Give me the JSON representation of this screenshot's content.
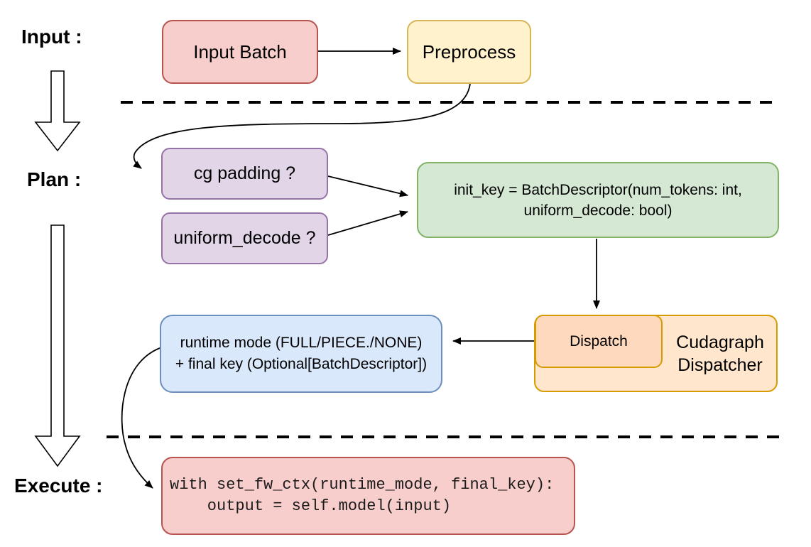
{
  "sections": {
    "input": {
      "label": "Input :"
    },
    "plan": {
      "label": "Plan :"
    },
    "execute": {
      "label": "Execute :"
    }
  },
  "nodes": {
    "input_batch": {
      "label": "Input Batch",
      "fill": "#f8cecc",
      "stroke": "#b85450"
    },
    "preprocess": {
      "label": "Preprocess",
      "fill": "#fff2cc",
      "stroke": "#d6b656"
    },
    "cg_padding": {
      "label": "cg padding ?",
      "fill": "#e1d5e7",
      "stroke": "#9673a6"
    },
    "uniform_decode": {
      "label": "uniform_decode ?",
      "fill": "#e1d5e7",
      "stroke": "#9673a6"
    },
    "init_key": {
      "line1": "init_key = BatchDescriptor(num_tokens: int,",
      "line2": "uniform_decode: bool)",
      "fill": "#d5e8d4",
      "stroke": "#82b366"
    },
    "dispatch": {
      "label": "Dispatch",
      "fill": "#ffd9bd",
      "stroke": "#d79b00"
    },
    "cudagraph_dispatcher": {
      "line1": "Cudagraph",
      "line2": "Dispatcher",
      "fill": "#ffe6cc",
      "stroke": "#d79b00"
    },
    "runtime_mode": {
      "line1": "runtime mode (FULL/PIECE./NONE)",
      "line2": "+ final key (Optional[BatchDescriptor])",
      "fill": "#dae8fc",
      "stroke": "#6c8ebf"
    },
    "execute_code": {
      "line1": "with set_fw_ctx(runtime_mode, final_key):",
      "line2": "    output = self.model(input)",
      "fill": "#f8cecc",
      "stroke": "#b85450"
    }
  },
  "connector_color": "#000000",
  "divider_color": "#000000"
}
